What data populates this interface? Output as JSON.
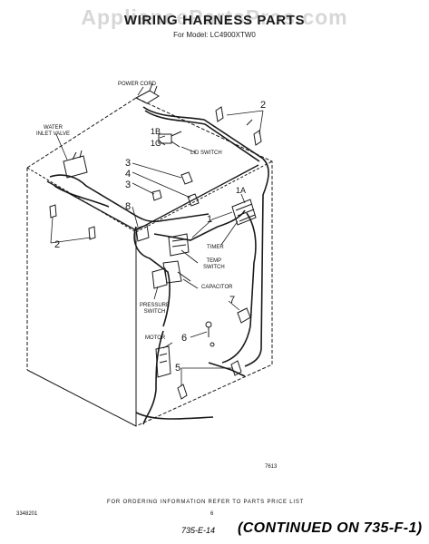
{
  "watermark": "AppliancePartsPros.com",
  "header": {
    "title": "WIRING HARNESS PARTS",
    "model": "For Model: LC4900XTW0"
  },
  "labels": {
    "power_cord": "POWER CORD",
    "water_inlet_valve_1": "WATER",
    "water_inlet_valve_2": "INLET VALVE",
    "lid_switch": "LID SWITCH",
    "timer": "TIMER",
    "temp_switch_1": "TEMP",
    "temp_switch_2": "SWITCH",
    "capacitor": "CAPACITOR",
    "pressure_switch_1": "PRESSURE",
    "pressure_switch_2": "SWITCH",
    "motor": "MOTOR"
  },
  "callouts": {
    "n2_top": "2",
    "n1b": "1B",
    "n1c": "1C",
    "n3": "3",
    "n4": "4",
    "n3b": "3",
    "n1a": "1A",
    "n8": "8",
    "n1": "1",
    "n2_left": "2",
    "n7": "7",
    "n6": "6",
    "n5": "5"
  },
  "footer": {
    "figure_code": "7613",
    "ordering_note": "FOR ORDERING INFORMATION REFER TO PARTS PRICE LIST",
    "part_code": "3348201",
    "page_number": "6",
    "handwritten_ref": "735-E-14",
    "continued": "(CONTINUED ON 735-F-1)"
  }
}
